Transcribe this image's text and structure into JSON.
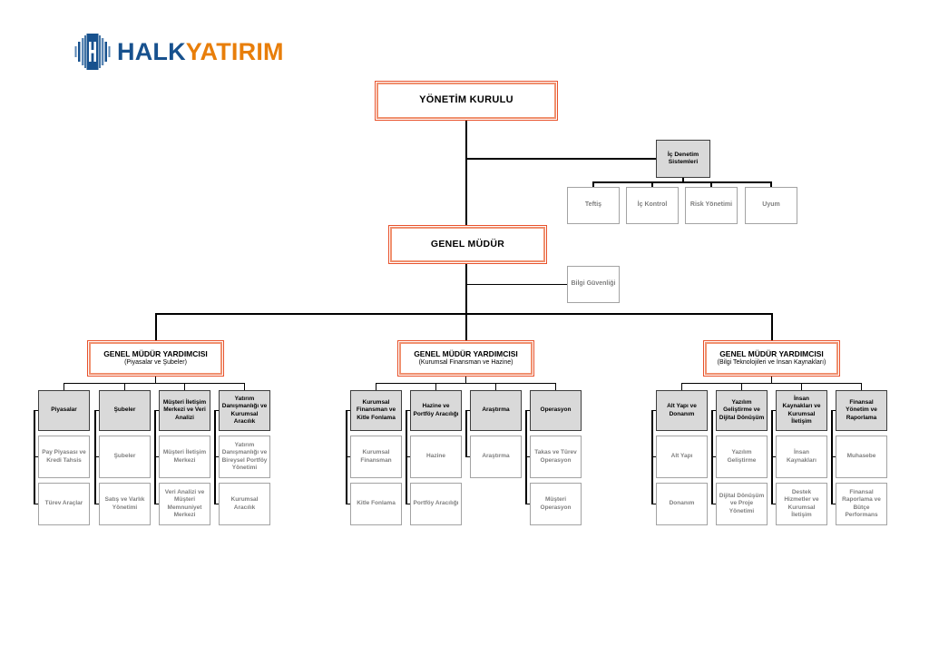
{
  "brand": {
    "name_part1": "HALK",
    "name_part2": "YATIRIM",
    "colors": {
      "blue": "#17518e",
      "orange": "#e87e0a",
      "accent_border": "#e8512b"
    }
  },
  "board": {
    "label": "YÖNETİM KURULU"
  },
  "internal_audit": {
    "label": "İç Denetim Sistemleri",
    "children": [
      "Teftiş",
      "İç Kontrol",
      "Risk Yönetimi",
      "Uyum"
    ]
  },
  "general_manager": {
    "label": "GENEL MÜDÜR"
  },
  "info_security": {
    "label": "Bilgi Güvenliği"
  },
  "deputies": [
    {
      "title": "GENEL MÜDÜR YARDIMCISI",
      "subtitle": "(Piyasalar ve Şubeler)",
      "columns": [
        {
          "header": "Piyasalar",
          "children": [
            "Pay Piyasası ve Kredi Tahsis",
            "Türev Araçlar"
          ]
        },
        {
          "header": "Şubeler",
          "children": [
            "Şubeler",
            "Satış ve Varlık Yönetimi"
          ]
        },
        {
          "header": "Müşteri İletişim Merkezi ve Veri Analizi",
          "children": [
            "Müşteri İletişim Merkezi",
            "Veri Analizi ve Müşteri Memnuniyet Merkezi"
          ]
        },
        {
          "header": "Yatırım Danışmanlığı ve Kurumsal Aracılık",
          "children": [
            "Yatırım Danışmanlığı ve Bireysel Portföy Yönetimi",
            "Kurumsal Aracılık"
          ]
        }
      ]
    },
    {
      "title": "GENEL MÜDÜR YARDIMCISI",
      "subtitle": "(Kurumsal Finansman ve Hazine)",
      "columns": [
        {
          "header": "Kurumsal Finansman ve Kitle Fonlama",
          "children": [
            "Kurumsal Finansman",
            "Kitle Fonlama"
          ]
        },
        {
          "header": "Hazine ve Portföy Aracılığı",
          "children": [
            "Hazine",
            "Portföy Aracılığı"
          ]
        },
        {
          "header": "Araştırma",
          "children": [
            "Araştırma"
          ]
        },
        {
          "header": "Operasyon",
          "children": [
            "Takas ve Türev Operasyon",
            "Müşteri Operasyon"
          ]
        }
      ]
    },
    {
      "title": "GENEL MÜDÜR YARDIMCISI",
      "subtitle": "(Bilgi Teknolojileri ve İnsan Kaynakları)",
      "columns": [
        {
          "header": "Alt Yapı ve Donanım",
          "children": [
            "Alt Yapı",
            "Donanım"
          ]
        },
        {
          "header": "Yazılım Geliştirme ve Dijital Dönüşüm",
          "children": [
            "Yazılım Geliştirme",
            "Dijital Dönüşüm ve Proje Yönetimi"
          ]
        },
        {
          "header": "İnsan Kaynakları ve Kurumsal İletişim",
          "children": [
            "İnsan Kaynakları",
            "Destek Hizmetler ve Kurumsal İletişim"
          ]
        },
        {
          "header": "Finansal Yönetim ve Raporlama",
          "children": [
            "Muhasebe",
            "Finansal Raporlama ve Bütçe Performans"
          ]
        }
      ]
    }
  ]
}
